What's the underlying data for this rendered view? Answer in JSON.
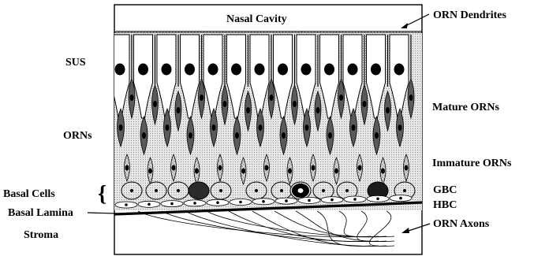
{
  "figure": {
    "labels": {
      "nasal_cavity": "Nasal Cavity",
      "sus": "SUS",
      "orns": "ORNs",
      "basal_cells": "Basal Cells",
      "basal_lamina": "Basal Lamina",
      "stroma": "Stroma",
      "orn_dendrites": "ORN Dendrites",
      "mature_orns": "Mature ORNs",
      "immature_orns": "Immature ORNs",
      "gbc": "GBC",
      "hbc": "HBC",
      "orn_axons": "ORN Axons"
    },
    "colors": {
      "ink": "#000000",
      "sus_cell": "#ffffff",
      "orn_cell": "#5a5a5a",
      "orn_cell_light": "#c8c8c8",
      "gbc_cell": "#e2e2e2",
      "background": "#ffffff"
    }
  }
}
